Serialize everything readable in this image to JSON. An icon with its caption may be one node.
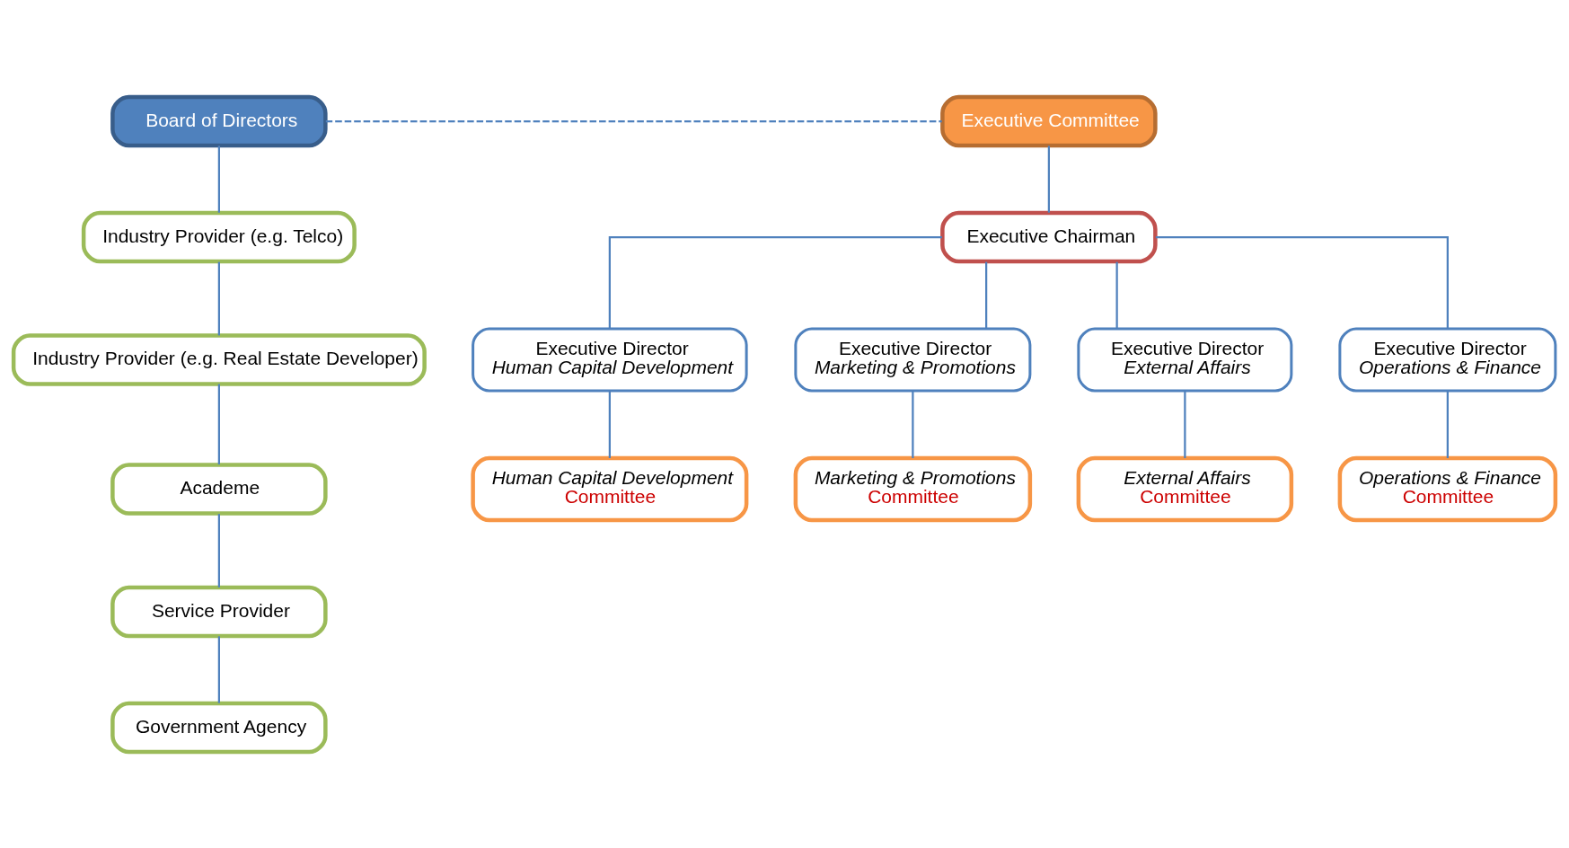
{
  "diagram": {
    "nodes": [
      {
        "text": [
          "Board of Directors"
        ]
      },
      {
        "text": [
          "Industry Provider (e.g. Telco)"
        ]
      },
      {
        "text": [
          "Industry Provider (e.g. Real Estate Developer)"
        ]
      },
      {
        "text": [
          "Academe"
        ]
      },
      {
        "text": [
          "Service Provider"
        ]
      },
      {
        "text": [
          "Government Agency"
        ]
      },
      {
        "text": [
          "Executive Committee"
        ]
      },
      {
        "text": [
          "Executive Chairman"
        ]
      },
      {
        "text": [
          "Executive Director",
          "Human Capital Development"
        ]
      },
      {
        "text": [
          "Executive Director",
          "Marketing & Promotions"
        ]
      },
      {
        "text": [
          "Executive Director",
          "External Affairs"
        ]
      },
      {
        "text": [
          "Executive Director",
          "Operations & Finance"
        ]
      },
      {
        "text": [
          "Human Capital Development",
          "Committee"
        ]
      },
      {
        "text": [
          "Marketing & Promotions",
          "Committee"
        ]
      },
      {
        "text": [
          "External Affairs",
          "Committee"
        ]
      },
      {
        "text": [
          "Operations & Finance",
          "Committee"
        ]
      }
    ],
    "edges": [
      {
        "from": 0,
        "to": 1,
        "arrow": "none"
      },
      {
        "from": 1,
        "to": 2,
        "arrow": "none"
      },
      {
        "from": 2,
        "to": 3,
        "arrow": "none"
      },
      {
        "from": 3,
        "to": 4,
        "arrow": "none"
      },
      {
        "from": 4,
        "to": 5,
        "arrow": "none"
      },
      {
        "from": 0,
        "to": 6,
        "arrow": "none",
        "style": "dashed"
      },
      {
        "from": 6,
        "to": 7,
        "arrow": "none"
      },
      {
        "from": 7,
        "to": 8,
        "arrow": "none"
      },
      {
        "from": 7,
        "to": 9,
        "arrow": "none"
      },
      {
        "from": 7,
        "to": 10,
        "arrow": "none"
      },
      {
        "from": 7,
        "to": 11,
        "arrow": "none"
      },
      {
        "from": 8,
        "to": 12,
        "arrow": "none"
      },
      {
        "from": 9,
        "to": 13,
        "arrow": "none"
      },
      {
        "from": 10,
        "to": 14,
        "arrow": "none"
      },
      {
        "from": 11,
        "to": 15,
        "arrow": "none"
      }
    ]
  }
}
